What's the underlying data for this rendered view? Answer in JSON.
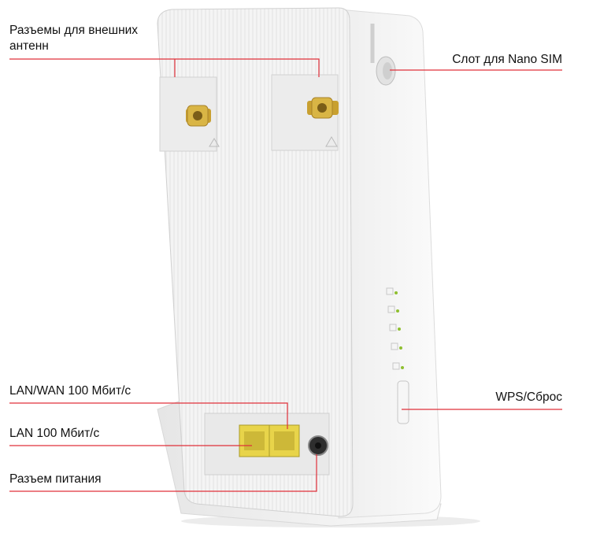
{
  "labels": {
    "antenna_line1": "Разъемы для внешних",
    "antenna_line2": "антенн",
    "sim_slot": "Слот для Nano SIM",
    "lan_wan": "LAN/WAN 100 Мбит/с",
    "lan": "LAN 100 Мбит/с",
    "power": "Разъем питания",
    "wps_reset": "WPS/Сброс"
  },
  "colors": {
    "callout_line": "#e0303a",
    "text": "#111111",
    "device_body": "#f3f3f3",
    "port_yellow": "#e8d44a",
    "connector_gold": "#c8a030"
  }
}
